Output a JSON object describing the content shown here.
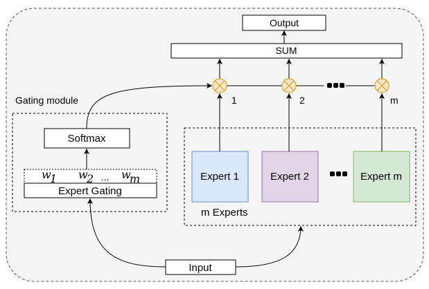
{
  "nodes": {
    "output": "Output",
    "sum": "SUM",
    "softmax": "Softmax",
    "expert_gating": "Expert Gating",
    "input": "Input",
    "experts": [
      {
        "label": "Expert 1",
        "fill": "#dae8fc",
        "stroke": "#6c8ebf"
      },
      {
        "label": "Expert 2",
        "fill": "#e1d5e7",
        "stroke": "#9673a6"
      },
      {
        "label": "Expert m",
        "fill": "#d5e8d4",
        "stroke": "#82b366"
      }
    ]
  },
  "groups": {
    "gating_module": "Gating module",
    "m_experts": "m Experts"
  },
  "multiplier_labels": [
    "1",
    "2",
    "m"
  ],
  "weights": {
    "w1_base": "w",
    "w1_sub": "1",
    "w2_base": "w",
    "w2_sub": "2",
    "ellipsis": "...",
    "wm_base": "w",
    "wm_sub": "m"
  },
  "colors": {
    "outer_bg": "#f5f5f5",
    "multiplier_fill": "#ffe6cc",
    "multiplier_stroke": "#d79b00"
  }
}
